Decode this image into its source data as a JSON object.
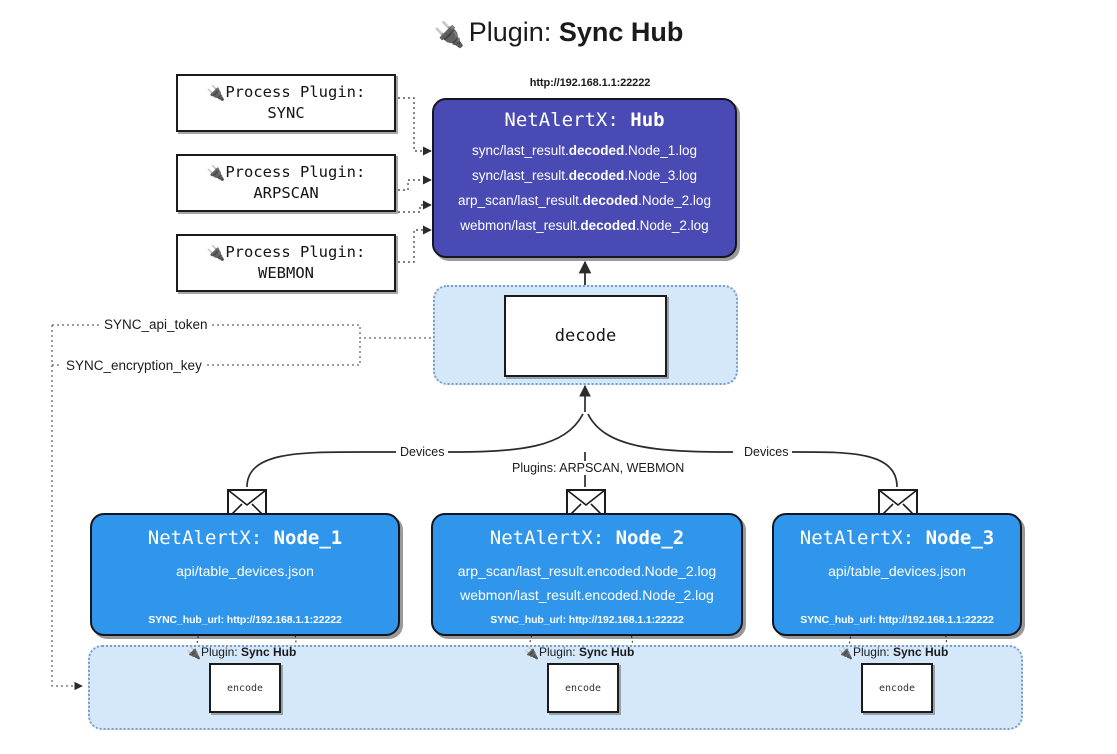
{
  "title": {
    "icon": "plug-icon",
    "prefix": "Plugin:",
    "name": "Sync Hub"
  },
  "process_plugins": [
    {
      "icon": "plug-icon",
      "heading": "Process Plugin:",
      "name": "SYNC"
    },
    {
      "icon": "plug-icon",
      "heading": "Process Plugin:",
      "name": "ARPSCAN"
    },
    {
      "icon": "plug-icon",
      "heading": "Process Plugin:",
      "name": "WEBMON"
    }
  ],
  "hub": {
    "url": "http://192.168.1.1:22222",
    "title_prefix": "NetAlertX:",
    "title_name": "Hub",
    "files": [
      {
        "pre": "sync/last_result.",
        "mid": "decoded",
        "post": ".Node_1.log"
      },
      {
        "pre": "sync/last_result.",
        "mid": "decoded",
        "post": ".Node_3.log"
      },
      {
        "pre": "arp_scan/last_result.",
        "mid": "decoded",
        "post": ".Node_2.log"
      },
      {
        "pre": "webmon/last_result.",
        "mid": "decoded",
        "post": ".Node_2.log"
      }
    ]
  },
  "decode": {
    "label": "decode"
  },
  "config_keys": {
    "api_token": "SYNC_api_token",
    "encryption_key": "SYNC_encryption_key"
  },
  "edge_labels": {
    "devices_left": "Devices",
    "devices_right": "Devices",
    "plugins_center": "Plugins: ARPSCAN, WEBMON"
  },
  "nodes": [
    {
      "icon": "envelope-icon",
      "title_prefix": "NetAlertX:",
      "title_name": "Node_1",
      "lines": [
        "api/table_devices.json"
      ],
      "footer": "SYNC_hub_url: http://192.168.1.1:22222"
    },
    {
      "icon": "envelope-icon",
      "title_prefix": "NetAlertX:",
      "title_name": "Node_2",
      "lines": [
        "arp_scan/last_result.encoded.Node_2.log",
        "webmon/last_result.encoded.Node_2.log"
      ],
      "footer": "SYNC_hub_url: http://192.168.1.1:22222"
    },
    {
      "icon": "envelope-icon",
      "title_prefix": "NetAlertX:",
      "title_name": "Node_3",
      "lines": [
        "api/table_devices.json"
      ],
      "footer": "SYNC_hub_url: http://192.168.1.1:22222"
    }
  ],
  "encoders": [
    {
      "icon": "plug-icon",
      "caption_prefix": "Plugin:",
      "caption_name": "Sync Hub",
      "label": "encode"
    },
    {
      "icon": "plug-icon",
      "caption_prefix": "Plugin:",
      "caption_name": "Sync Hub",
      "label": "encode"
    },
    {
      "icon": "plug-icon",
      "caption_prefix": "Plugin:",
      "caption_name": "Sync Hub",
      "label": "encode"
    }
  ],
  "colors": {
    "hub_fill": "#4a4ab4",
    "node_fill": "#2f96ec",
    "zone_fill": "#d4e8fa",
    "zone_border": "#7d9ec4",
    "stroke": "#1b1b1b",
    "background": "#ffffff"
  }
}
